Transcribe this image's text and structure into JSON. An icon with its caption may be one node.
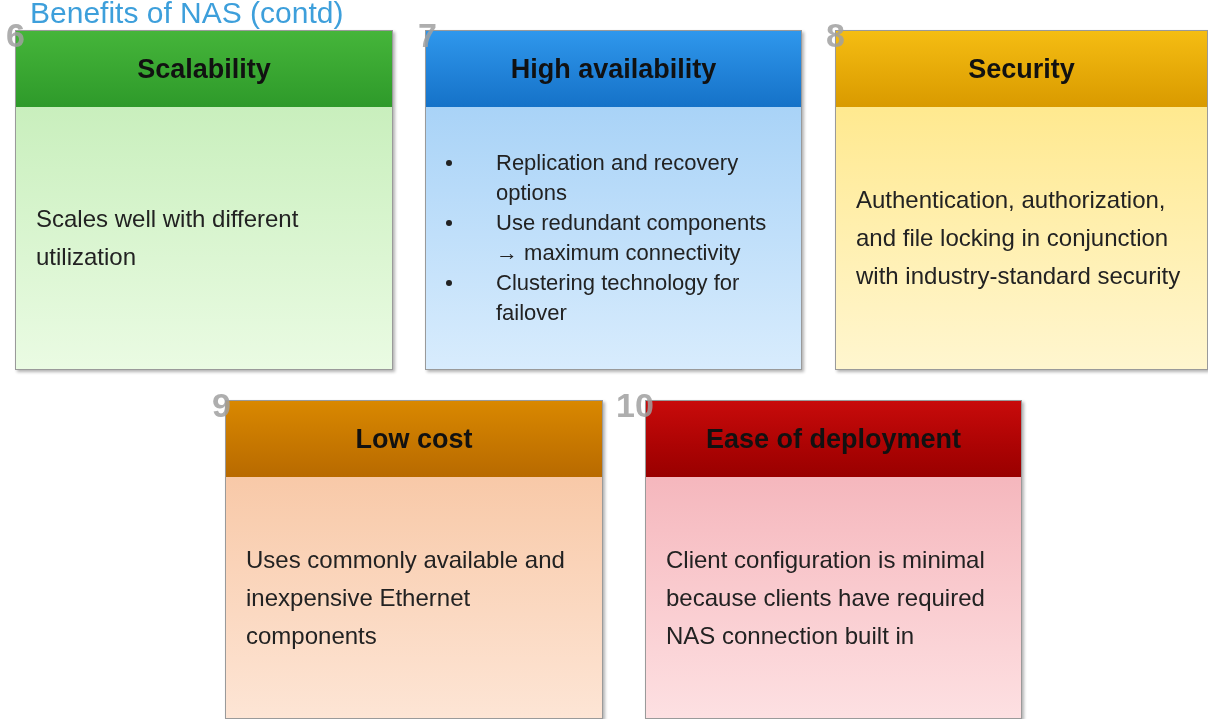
{
  "diagram": {
    "title": "Benefits of NAS (contd)",
    "nodes": [
      {
        "text": [
          "Scalability",
          "Scales well with different utilization"
        ]
      },
      {
        "text": [
          "High availability",
          "Replication and recovery options",
          "Use redundant components → maximum connectivity",
          "Clustering technology for failover"
        ]
      },
      {
        "text": [
          "Security",
          "Authentication, authorization, and file locking in conjunction with industry-standard security"
        ]
      },
      {
        "text": [
          "Low cost",
          "Uses commonly available and inexpensive Ethernet components"
        ]
      },
      {
        "text": [
          "Ease of deployment",
          "Client configuration is minimal because clients have required NAS connection built in"
        ]
      }
    ],
    "labels": [
      "6",
      "7",
      "8",
      "9",
      "10"
    ]
  }
}
